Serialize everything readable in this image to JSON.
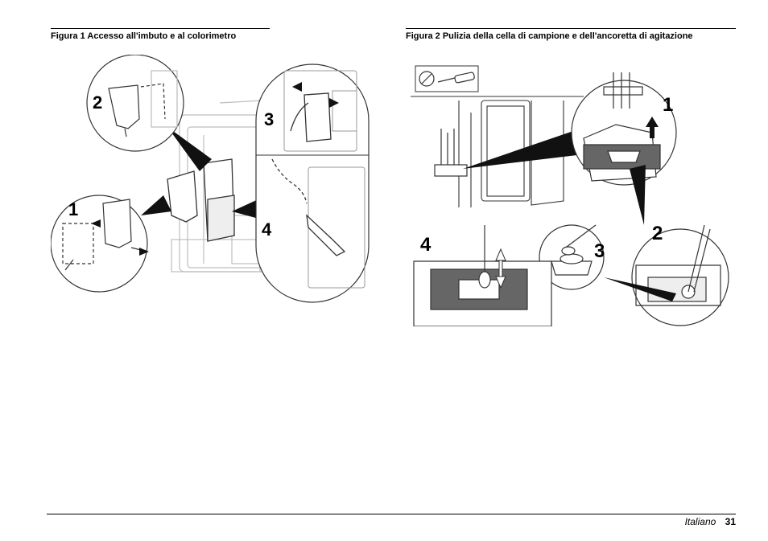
{
  "figure1": {
    "caption": "Figura 1  Accesso all'imbuto e al colorimetro",
    "steps": [
      "1",
      "2",
      "3",
      "4"
    ]
  },
  "figure2": {
    "caption": "Figura 2  Pulizia della cella di campione e dell'ancoretta di agitazione",
    "steps": [
      "1",
      "2",
      "3",
      "4"
    ]
  },
  "footer": {
    "language": "Italiano",
    "page_number": "31"
  }
}
